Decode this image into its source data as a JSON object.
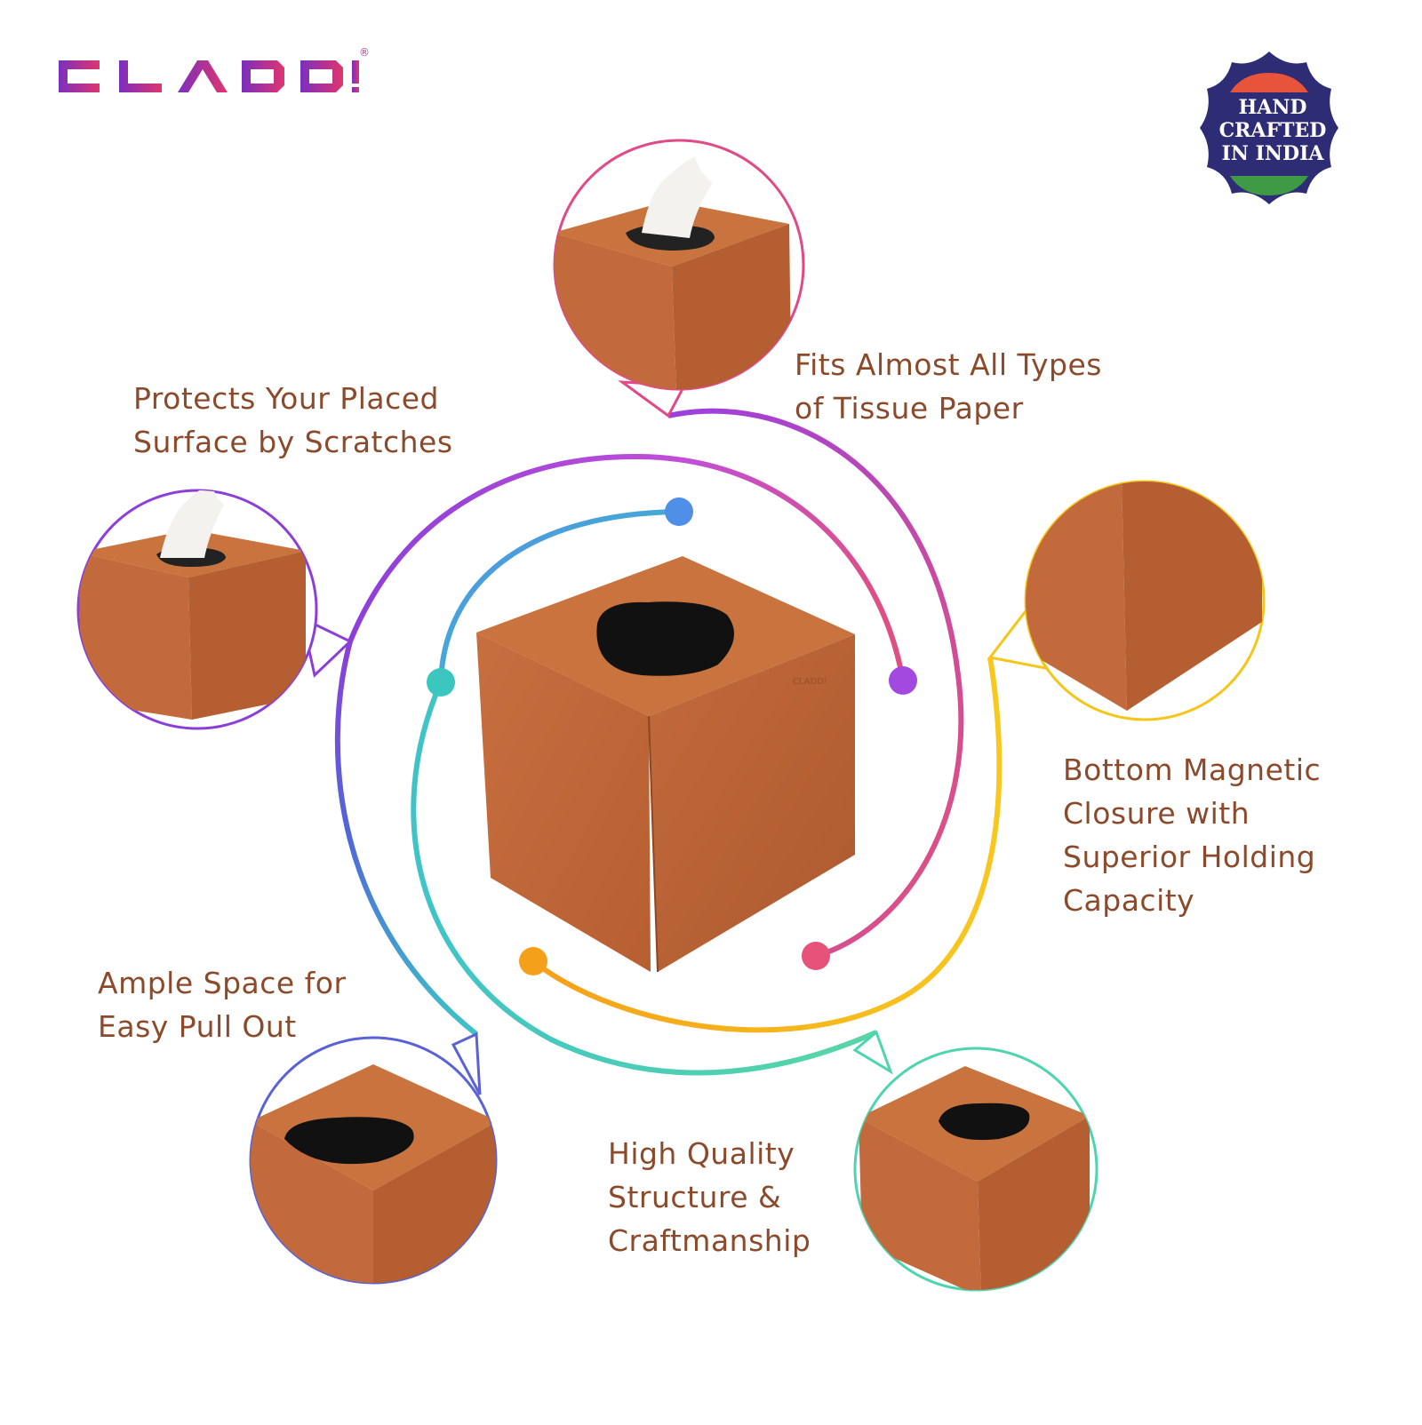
{
  "brand": {
    "letters": [
      "C",
      "L",
      "A",
      "D",
      "D",
      "!"
    ],
    "registered": "®",
    "gradient_start": "#7b2fbe",
    "gradient_end": "#e0356f"
  },
  "badge": {
    "lines": [
      "HAND",
      "CRAFTED",
      "IN INDIA"
    ],
    "bg_color": "#2e2c75",
    "top_color": "#e8543a",
    "bottom_color": "#3f9a45"
  },
  "product": {
    "color": "#c2693a",
    "emboss": "CLADD!"
  },
  "features": [
    {
      "id": "tissue",
      "text": "Fits Almost All Types\nof Tissue Paper",
      "color": "#e04a86"
    },
    {
      "id": "surface",
      "text": "Protects Your Placed\nSurface by Scratches",
      "color": "#8c3fd8"
    },
    {
      "id": "magnetic",
      "text": "Bottom Magnetic\nClosure with\nSuperior Holding\nCapacity",
      "color": "#f5c51a"
    },
    {
      "id": "space",
      "text": "Ample Space for\nEasy Pull Out",
      "color": "#5a62d4"
    },
    {
      "id": "quality",
      "text": "High Quality\nStructure &\nCraftmanship",
      "color": "#4fd4b0"
    }
  ]
}
